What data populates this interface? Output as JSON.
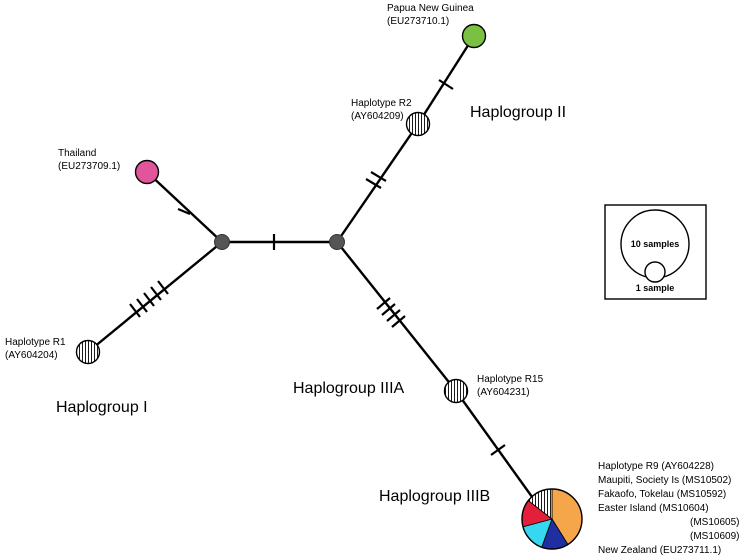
{
  "colors": {
    "edge": "#000000",
    "hidden_node": "#555555",
    "papua": "#7ac143",
    "thailand": "#e0559b",
    "orange": "#f5a54a",
    "red": "#e31f3c",
    "cyan": "#36d7f0",
    "blue": "#1f2ea0"
  },
  "nodes": {
    "papua": {
      "line1": "Papua New Guinea",
      "line2": "(EU273710.1)"
    },
    "r2": {
      "line1": "Haplotype R2",
      "line2": "(AY604209)"
    },
    "thailand": {
      "line1": "Thailand",
      "line2": "(EU273709.1)"
    },
    "r1": {
      "line1": "Haplotype R1",
      "line2": "(AY604204)"
    },
    "r15": {
      "line1": "Haplotype R15",
      "line2": "(AY604231)"
    }
  },
  "groups": {
    "g1": "Haplogroup I",
    "g2": "Haplogroup II",
    "g3a": "Haplogroup IIIA",
    "g3b": "Haplogroup IIIB"
  },
  "r9_legend": [
    "Haplotype R9 (AY604228)",
    "Maupiti, Society Is (MS10502)",
    "Fakaofo, Tokelau (MS10592)",
    "Easter Island (MS10604)",
    "(MS10605)",
    "(MS10609)",
    "New Zealand (EU273711.1)"
  ],
  "size_key": {
    "large": "10 samples",
    "small": "1 sample"
  }
}
